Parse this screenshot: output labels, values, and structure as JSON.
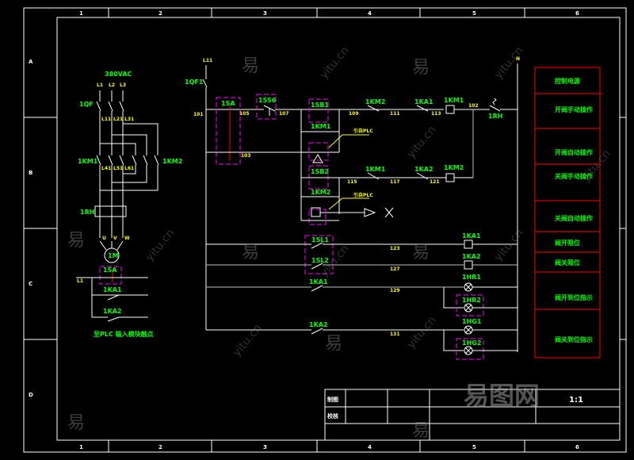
{
  "frame": {
    "columns": [
      "1",
      "2",
      "3",
      "4",
      "5",
      "6"
    ],
    "rows": [
      "A",
      "B",
      "C",
      "D"
    ]
  },
  "power": {
    "supply": "380VAC",
    "phases": [
      "L1",
      "L2",
      "L3"
    ],
    "breaker": "1QF",
    "lines_top": [
      "L11",
      "L21",
      "L31"
    ],
    "contactor1": "1KM1",
    "contactor2": "1KM2",
    "lines_mid": [
      "L41",
      "L51",
      "L61"
    ],
    "relay": "1RH",
    "motor_terminals": [
      "U",
      "V",
      "W"
    ],
    "motor": "1M"
  },
  "plc_inputs": {
    "switch": "1SA",
    "line": "L1",
    "contacts": [
      "1KA1",
      "1KA2"
    ],
    "caption": "至PLC 输入模块触点"
  },
  "control": {
    "supply": "L11",
    "neutral": "N",
    "breaker": "1QF1",
    "wires": [
      "101",
      "105",
      "107",
      "109",
      "111",
      "113",
      "102",
      "115",
      "117",
      "121",
      "103",
      "123",
      "127",
      "129",
      "131"
    ],
    "selector": "1SA",
    "stop_button": "1SS6",
    "open_button": "1SB1",
    "open_km_contact": "1KM1",
    "close_button": "1SB2",
    "close_km_contact": "1KM2",
    "plc_label1": "引自PLC",
    "plc_label2": "引自PLC",
    "interlock1": "1KM2",
    "limit1": "1KA1",
    "coil1": "1KM1",
    "thermal": "1RH",
    "interlock2": "1KM1",
    "limit2": "1KA2",
    "coil2": "1KM2",
    "limit_switch1": "1SL1",
    "limit_switch2": "1SL2",
    "relay1": "1KA1",
    "relay2": "1KA2",
    "ka1_contact": "1KA1",
    "ka2_contact": "1KA2",
    "lamps": [
      "1HR1",
      "1HR2",
      "1HG1",
      "1HG2"
    ]
  },
  "legend": [
    "控制电源",
    "开阀手动操作",
    "开阀自动操作",
    "关阀手动操作",
    "关阀自动操作",
    "阀开限位",
    "阀关限位",
    "阀开到位指示",
    "阀关到位指示"
  ],
  "title_block": {
    "drawn": "制图",
    "checked": "校核",
    "scale": "1:1"
  },
  "watermark": {
    "glyph": "易",
    "site": "yitu.cn",
    "logo": "易图网"
  },
  "colors": {
    "label": "#00ff00",
    "wire_no": "#ffff00",
    "legend_border": "#ff0000",
    "dashed": "#ff00ff"
  }
}
